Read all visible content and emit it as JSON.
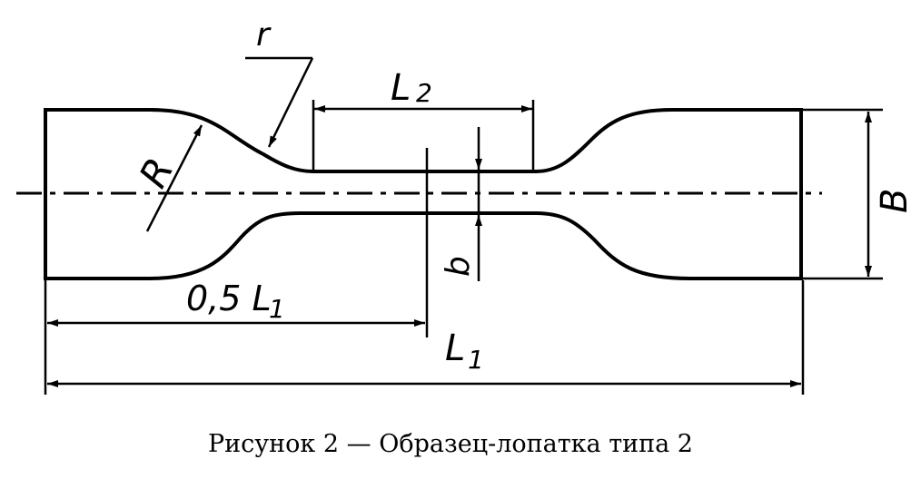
{
  "labels": {
    "r": "r",
    "R": "R",
    "L2_letter": "L",
    "L2_sub": "2",
    "B": "B",
    "b": "b",
    "half_L1": "0,5 L",
    "half_L1_sub": "1",
    "L1_letter": "L",
    "L1_sub": "1"
  },
  "caption": "Рисунок 2 — Образец-лопатка типа 2"
}
